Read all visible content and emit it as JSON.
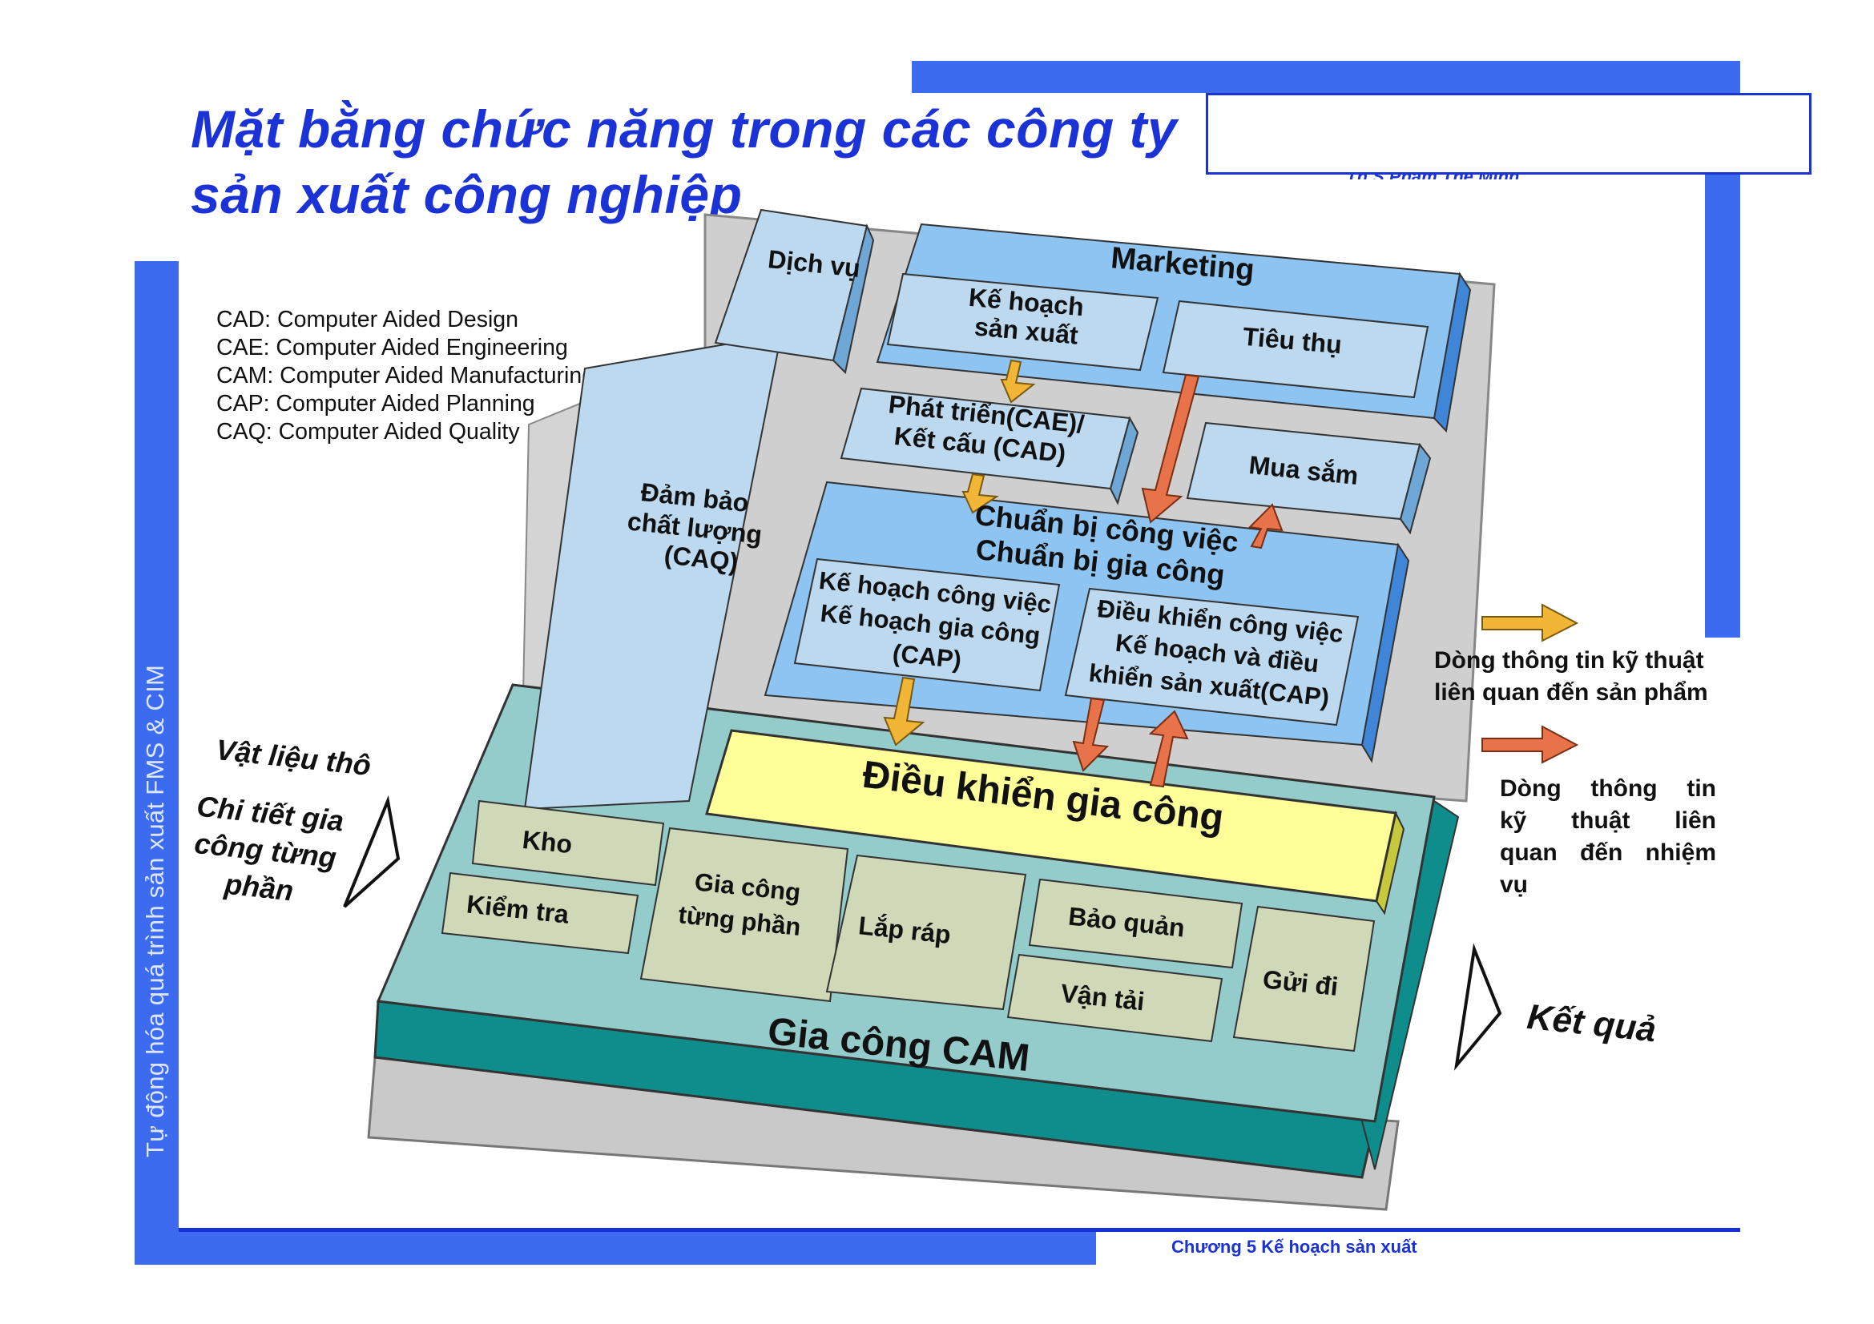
{
  "slide": {
    "title_line1": "Mặt bằng chức năng trong các công ty",
    "title_line2": "sản xuất công nghiệp",
    "author": "Th.S Phạm Thế Minh",
    "vertical_text": "Tự động hóa quá trình sản xuất FMS & CIM",
    "footer": "Chương 5 Kế hoạch sản xuất"
  },
  "legend": [
    "CAD: Computer Aided Design",
    "CAE: Computer Aided Engineering",
    "CAM: Computer Aided Manufacturing",
    "CAP: Computer Aided Planning",
    "CAQ: Computer Aided Quality"
  ],
  "blocks": {
    "dich_vu": "Dịch vụ",
    "marketing": "Marketing",
    "ke_hoach_1": "Kế hoạch",
    "ke_hoach_2": "sản xuất",
    "tieu_thu": "Tiêu thụ",
    "phat_trien_1": "Phát triển(CAE)/",
    "phat_trien_2": "Kết cấu (CAD)",
    "mua_sam": "Mua sắm",
    "dam_bao_1": "Đảm bảo",
    "dam_bao_2": "chất lượng",
    "dam_bao_3": "(CAQ)",
    "chuan_bi_1": "Chuẩn bị công việc",
    "chuan_bi_2": "Chuẩn bị gia công",
    "khcv_1": "Kế hoạch công việc",
    "khcv_2": "Kế hoạch gia công",
    "khcv_3": "(CAP)",
    "dkcv_1": "Điều khiển công việc",
    "dkcv_2": "Kế hoạch và điều",
    "dkcv_3": "khiển sản xuất(CAP)",
    "dieu_khien_gc": "Điều khiển gia công",
    "kho": "Kho",
    "kiem_tra": "Kiểm tra",
    "gia_cong_tp_1": "Gia công",
    "gia_cong_tp_2": "từng phần",
    "lap_rap": "Lắp ráp",
    "bao_quan": "Bảo quản",
    "van_tai": "Vận tải",
    "gui_di": "Gửi đi",
    "gia_cong_cam": "Gia công CAM"
  },
  "inputs": {
    "vat_lieu": "Vật liệu thô",
    "chi_tiet_1": "Chi tiết gia",
    "chi_tiet_2": "công từng",
    "chi_tiet_3": "phần"
  },
  "output": "Kết quả",
  "info_legend": {
    "product_line1": "Dòng thông tin kỹ thuật",
    "product_line2": "liên quan đến sản phẩm",
    "task_line1": "Dòng thông tin",
    "task_line2": "kỹ thuật liên",
    "task_line3": "quan đến nhiệm",
    "task_line4": "vụ"
  },
  "colors": {
    "frame_blue": "#3d6bf0",
    "title_blue": "#1a32d6",
    "upper_block": "#8ec4f2",
    "inner_block": "#bcd9f0",
    "plate_teal": "#94cccc",
    "plate_dark": "#0f8c8c",
    "cell": "#cfd9b8",
    "control": "#ffff99",
    "arrow_product": "#f2b636",
    "arrow_task": "#e8734a"
  }
}
